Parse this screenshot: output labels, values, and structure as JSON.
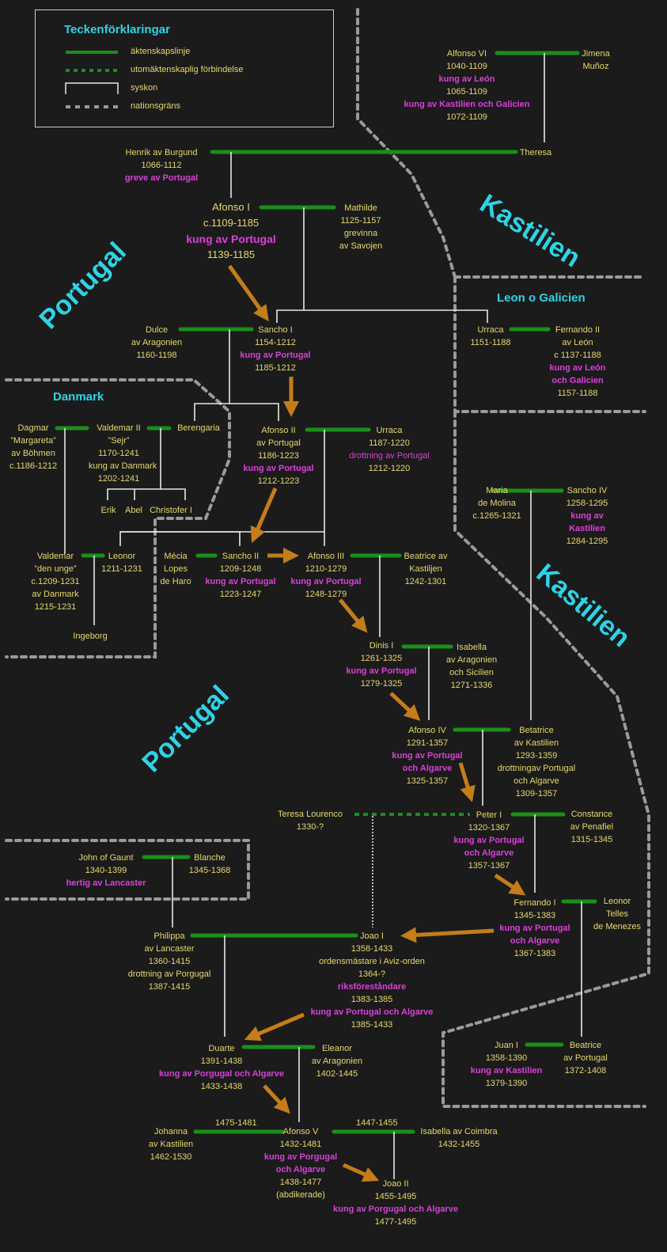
{
  "legend": {
    "title": "Teckenförklaringar",
    "marriage": "äktenskapslinje",
    "extramarital": "utomäktenskaplig förbindelse",
    "siblings": "syskon",
    "border": "nationsgräns"
  },
  "regions": {
    "kastilien1": "Kastilien",
    "portugal1": "Portugal",
    "leon": "Leon o Galicien",
    "danmark": "Danmark",
    "kastilien2": "Kastilien",
    "portugal2": "Portugal"
  },
  "colors": {
    "background": "#1b1b1b",
    "marriage": "#1a8f1a",
    "arrow": "#c47d1a",
    "names": "#e6d86c",
    "titles": "#d940d9",
    "regions": "#2fd3e6",
    "border": "#9a9a9a"
  },
  "people": {
    "alfonso6": [
      "Alfonso VI",
      "1040-1109",
      {
        "t": "kung av León"
      },
      "1065-1109",
      {
        "t": "kung av Kastilien  och Galicien"
      },
      "1072-1109"
    ],
    "jimena": [
      "Jimena",
      "Muñoz"
    ],
    "henrik": [
      "Henrik av Burgund",
      "1066-1112",
      {
        "t": "greve av Portugal"
      }
    ],
    "theresa": [
      "Theresa"
    ],
    "afonso1": [
      "Afonso I",
      "c.1109-1185",
      {
        "t": "kung av Portugal"
      },
      "1139-1185"
    ],
    "mathilde": [
      "Mathilde",
      "1125-1157",
      "grevinna",
      "av Savojen"
    ],
    "dulce": [
      "Dulce",
      "av Aragonien",
      "1160-1198"
    ],
    "sancho1": [
      "Sancho I",
      "1154-1212",
      {
        "t": "kung av Portugal"
      },
      "1185-1212"
    ],
    "urraca1": [
      "Urraca",
      "1151-1188"
    ],
    "fernando2": [
      "Fernando II",
      "av León",
      "c 1137-1188",
      {
        "t": "kung av León"
      },
      {
        "t": "och Galicien"
      },
      "1157-1188"
    ],
    "dagmar": [
      "Dagmar",
      "”Margareta”",
      "av Böhmen",
      "c.1186-1212"
    ],
    "valdemar2": [
      "Valdemar II",
      "”Sejr”",
      "1170-1241",
      "kung av Danmark",
      "1202-1241"
    ],
    "berengaria": [
      "Berengaria"
    ],
    "afonso2": [
      "Afonso II",
      "av Portugal",
      "1186-1223",
      {
        "t": "kung av Portugal"
      },
      "1212-1223"
    ],
    "urraca2": [
      "Urraca",
      "1187-1220",
      {
        "m": "drottning av Portugal"
      },
      "1212-1220"
    ],
    "erik": [
      "Erik"
    ],
    "abel": [
      "Abel"
    ],
    "christofer": [
      "Christofer I"
    ],
    "maria": [
      "Maria",
      "de Molina",
      "c.1265-1321"
    ],
    "sancho4": [
      "Sancho IV",
      "1258-1295",
      {
        "t": "kung av"
      },
      {
        "t": "Kastilien"
      },
      "1284-1295"
    ],
    "valdemar": [
      "Valdemar",
      "”den unge”",
      "c.1209-1231",
      "av Danmark",
      "1215-1231"
    ],
    "leonor": [
      "Leonor",
      "1211-1231"
    ],
    "mecia": [
      "Mécia",
      "Lopes",
      "de Haro"
    ],
    "sancho2": [
      "Sancho II",
      "1209-1248",
      {
        "t": "kung av Portugal"
      },
      "1223-1247"
    ],
    "afonso3": [
      "Afonso III",
      "1210-1279",
      {
        "t": "kung av Portugal"
      },
      "1248-1279"
    ],
    "beatrice1": [
      "Beatrice av",
      "Kastiljen",
      "1242-1301"
    ],
    "ingeborg": [
      "Ingeborg"
    ],
    "dinis": [
      "Dinis I",
      "1261-1325",
      {
        "t": "kung av Portugal"
      },
      "1279-1325"
    ],
    "isabella": [
      "Isabella",
      "av Aragonien",
      "och Sicilien",
      "1271-1336"
    ],
    "afonso4": [
      "Afonso IV",
      "1291-1357",
      {
        "t": "kung av Portugal"
      },
      {
        "t": "och Algarve"
      },
      "1325-1357"
    ],
    "betatrice": [
      "Betatrice",
      "av Kastilien",
      "1293-1359",
      "drottningav Portugal",
      "och Algarve",
      "1309-1357"
    ],
    "teresa": [
      "Teresa Lourenco",
      "1330-?"
    ],
    "peter1": [
      "Peter I",
      "1320-1367",
      {
        "t": "kung av Portugal"
      },
      {
        "t": "och Algarve"
      },
      "1357-1367"
    ],
    "constance": [
      "Constance",
      "av Penafiel",
      "1315-1345"
    ],
    "gaunt": [
      "John of Gaunt",
      "1340-1399",
      {
        "t": "hertig av Lancaster"
      }
    ],
    "blanche": [
      "Blanche",
      "1345-1368"
    ],
    "fernando1": [
      "Fernando I",
      "1345-1383",
      {
        "t": "kung av Portugal"
      },
      {
        "t": "och Algarve"
      },
      "1367-1383"
    ],
    "leonor2": [
      "Leonor",
      "Telles",
      "de Menezes"
    ],
    "philippa": [
      "Philippa",
      "av Lancaster",
      "1360-1415",
      "drottning av Porgugal",
      "1387-1415"
    ],
    "joao1": [
      "Joao I",
      "1358-1433",
      "ordensmästare i Aviz-orden",
      "1364-?",
      {
        "t": "riksföreståndare"
      },
      "1383-1385",
      {
        "t": "kung av Portugal och Algarve"
      },
      "1385-1433"
    ],
    "duarte": [
      "Duarte",
      "1391-1438",
      {
        "t": "kung av Porgugal och Algarve"
      },
      "1433-1438"
    ],
    "eleanor": [
      "Eleanor",
      "av Aragonien",
      "1402-1445"
    ],
    "juan1": [
      "Juan I",
      "1358-1390",
      {
        "t": "kung av Kastilien"
      },
      "1379-1390"
    ],
    "beatrice2": [
      "Beatrice",
      "av Portugal",
      "1372-1408"
    ],
    "johanna": [
      "Johanna",
      "av Kastilien",
      "1462-1530"
    ],
    "afonso5": [
      "Afonso V",
      "1432-1481",
      {
        "t": "kung av Porgugal"
      },
      {
        "t": "och Algarve"
      },
      "1438-1477",
      "(abdikerade)"
    ],
    "isabella2": [
      "Isabella av Coimbra",
      "1432-1455"
    ],
    "joao2": [
      "Joao II",
      "1455-1495",
      {
        "t": "kung av Porgugal och Algarve"
      },
      "1477-1495"
    ]
  },
  "marriage_years": {
    "johanna_afonso5": "1475-1481",
    "afonso5_isabella": "1447-1455"
  }
}
